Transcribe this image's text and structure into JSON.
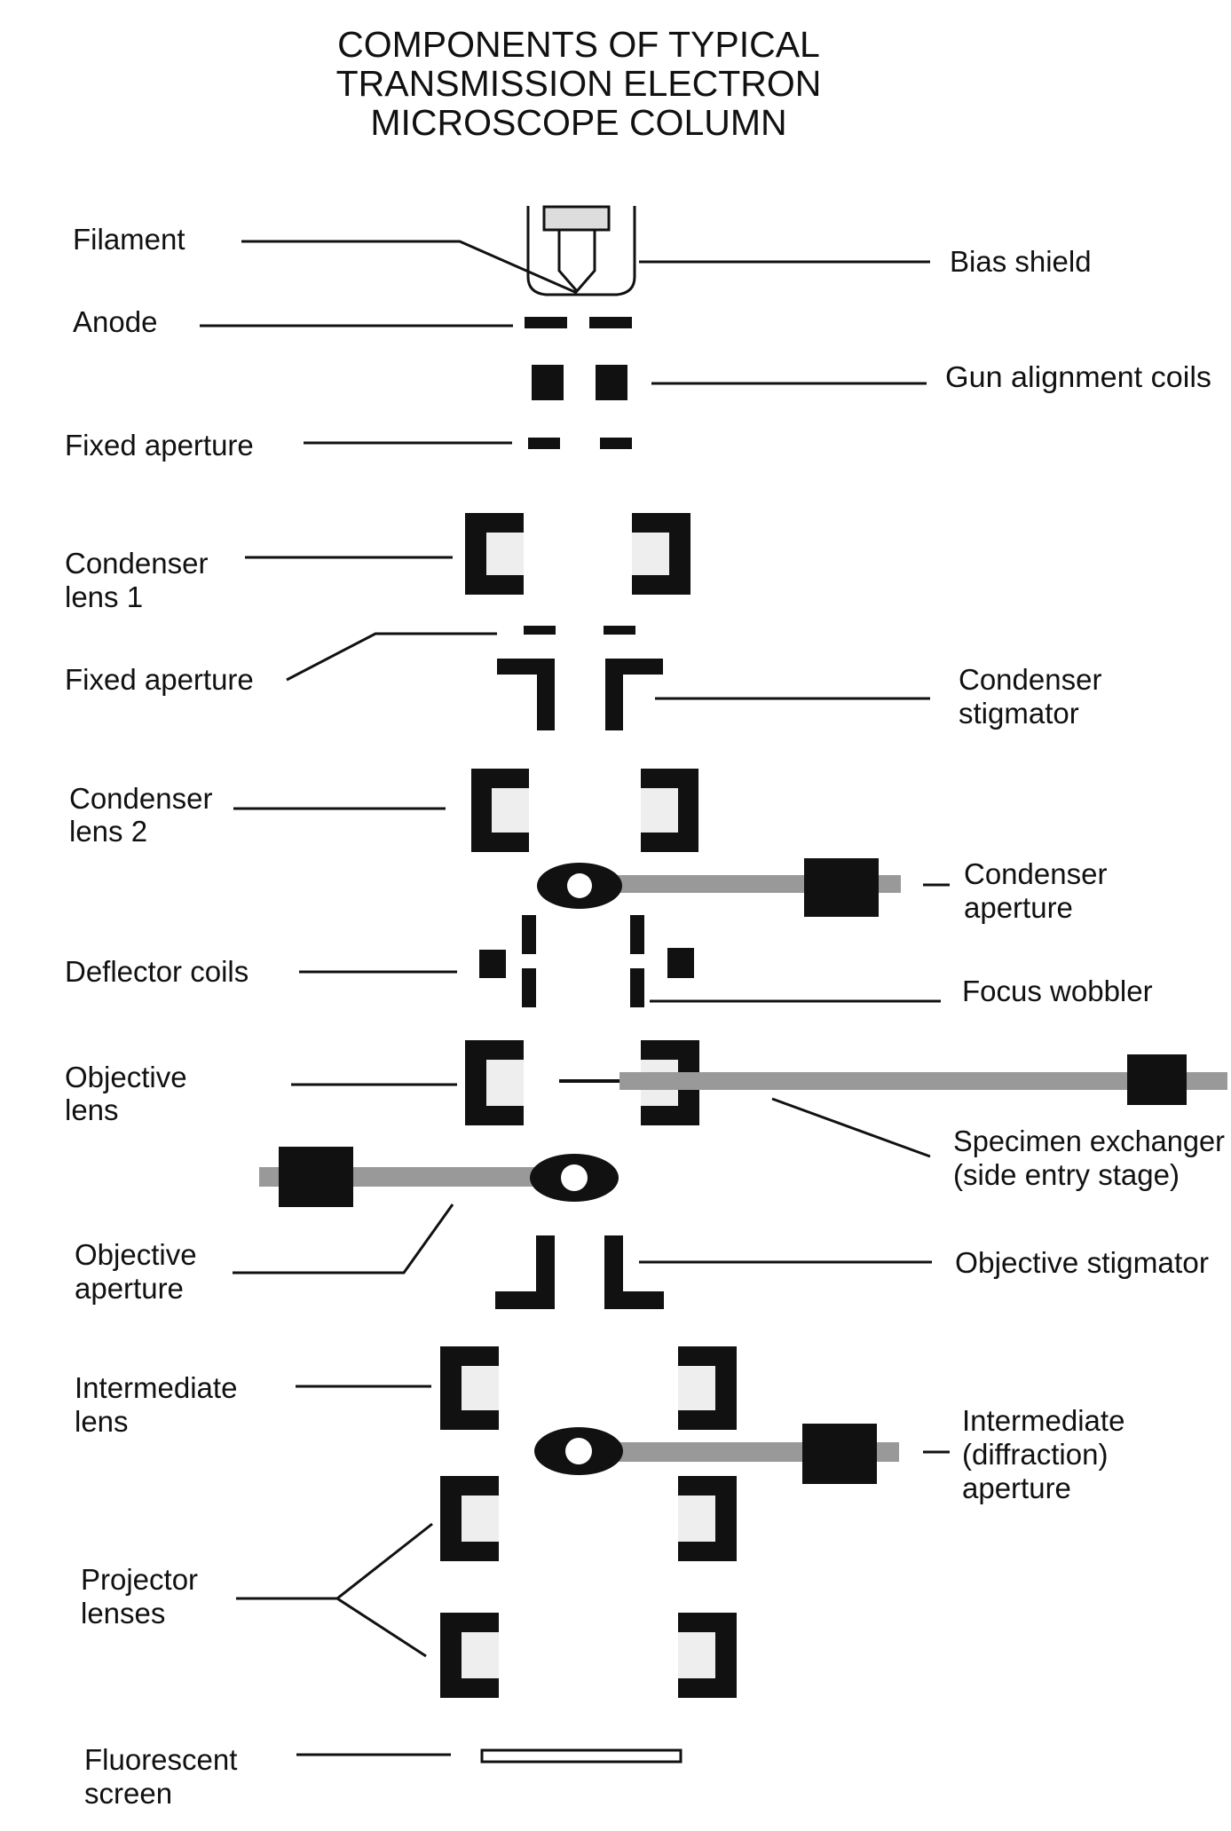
{
  "title": {
    "line1": "COMPONENTS OF TYPICAL",
    "line2": "TRANSMISSION ELECTRON",
    "line3": "MICROSCOPE COLUMN"
  },
  "labels": {
    "filament": "Filament",
    "anode": "Anode",
    "fixed_aperture_1": "Fixed aperture",
    "condenser_lens_1": [
      "Condenser",
      "lens 1"
    ],
    "fixed_aperture_2": "Fixed aperture",
    "condenser_lens_2": [
      "Condenser",
      "lens 2"
    ],
    "deflector_coils": "Deflector coils",
    "objective_lens": [
      "Objective",
      "lens"
    ],
    "objective_aperture": [
      "Objective",
      "aperture"
    ],
    "intermediate_lens": [
      "Intermediate",
      "lens"
    ],
    "projector_lenses": [
      "Projector",
      "lenses"
    ],
    "fluorescent_screen": [
      "Fluorescent",
      "screen"
    ],
    "bias_shield": "Bias shield",
    "gun_alignment_coils": "Gun alignment coils",
    "condenser_stigmator": [
      "Condenser",
      "stigmator"
    ],
    "condenser_aperture": [
      "Condenser",
      "aperture"
    ],
    "focus_wobbler": "Focus wobbler",
    "specimen_exchanger": [
      "Specimen exchanger",
      "(side entry stage)"
    ],
    "objective_stigmator": "Objective stigmator",
    "intermediate_aperture": [
      "Intermediate",
      "(diffraction)",
      "aperture"
    ]
  },
  "colors": {
    "ink": "#111111",
    "lens_interior": "#eeeeee",
    "rod": "#999999",
    "background": "#ffffff"
  }
}
